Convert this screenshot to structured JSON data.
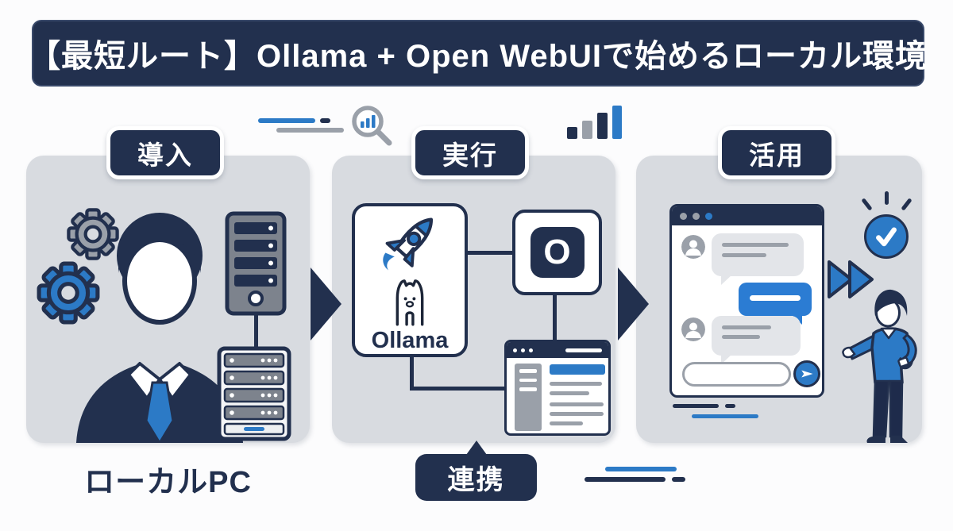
{
  "header": {
    "title": "【最短ルート】Ollama + Open WebUIで始めるローカル環境"
  },
  "steps": {
    "install": {
      "label": "導入"
    },
    "run": {
      "label": "実行"
    },
    "use": {
      "label": "活用"
    }
  },
  "captions": {
    "local_pc": "ローカルPC",
    "integration": "連携"
  },
  "run_panel": {
    "ollama_label": "Ollama",
    "openwebui_letter": "O"
  },
  "icons": {
    "search": "magnifier-chart-icon",
    "signal": "signal-bars-icon",
    "gear_gray": "gear-icon",
    "gear_blue": "gear-icon",
    "user": "businessman-icon",
    "pc_tower": "pc-tower-icon",
    "server_rack": "server-rack-icon",
    "rocket": "rocket-icon",
    "llama": "llama-icon",
    "openwebui": "openwebui-logo",
    "browser": "browser-window-icon",
    "chat": "chat-window-icon",
    "avatar": "user-avatar-icon",
    "send": "send-icon",
    "check": "checkmark-icon",
    "fast_forward": "fast-forward-icon",
    "pointing_person": "pointing-person-icon",
    "flow_arrow": "flow-arrow-icon"
  },
  "colors": {
    "navy": "#22304e",
    "blue": "#2c7ac6",
    "chat_blue": "#2b7cd3",
    "panel_gray": "#d8dbe0",
    "icon_gray": "#9aa0a9",
    "bubble_gray": "#e3e5e9",
    "white": "#ffffff"
  }
}
